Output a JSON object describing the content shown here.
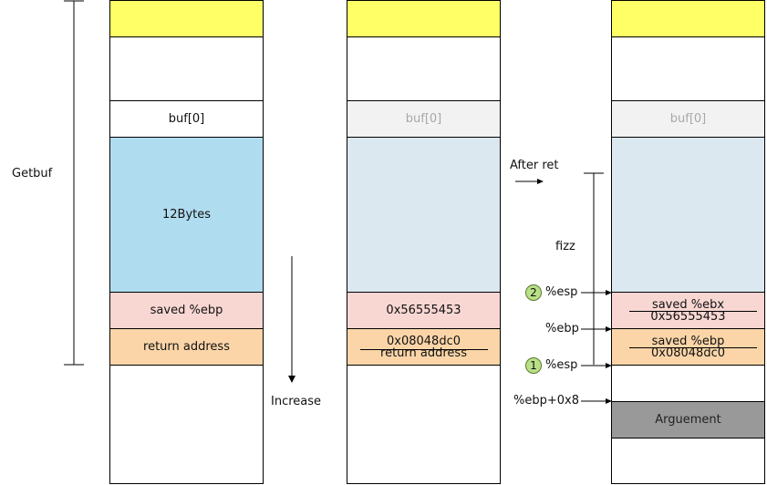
{
  "left_label": "Getbuf",
  "increase_label": "Increase",
  "after_ret_label": "After ret",
  "fizz_label": "fizz",
  "stack1": {
    "buf": "buf[0]",
    "bytes": "12Bytes",
    "saved_ebp": "saved %ebp",
    "return_addr": "return address"
  },
  "stack2": {
    "buf": "buf[0]",
    "saved_ebp_value": "0x56555453",
    "ret_value": "0x08048dc0",
    "ret_struck": "return address"
  },
  "stack3": {
    "buf": "buf[0]",
    "saved_ebx": "saved %ebx",
    "saved_ebx_struck": "0x56555453",
    "saved_ebp": "saved %ebp",
    "saved_ebp_struck": "0x08048dc0",
    "arg": "Arguement"
  },
  "pointers": {
    "esp2": "%esp",
    "ebp": "%ebp",
    "esp1": "%esp",
    "ebp8": "%ebp+0x8",
    "badge2": "2",
    "badge1": "1"
  },
  "colors": {
    "yellow": "#ffff66",
    "blue": "#b0dcef",
    "pink": "#f8d7d3",
    "orange": "#fbd5a8",
    "badge": "#b9e089",
    "arg": "#999999"
  }
}
